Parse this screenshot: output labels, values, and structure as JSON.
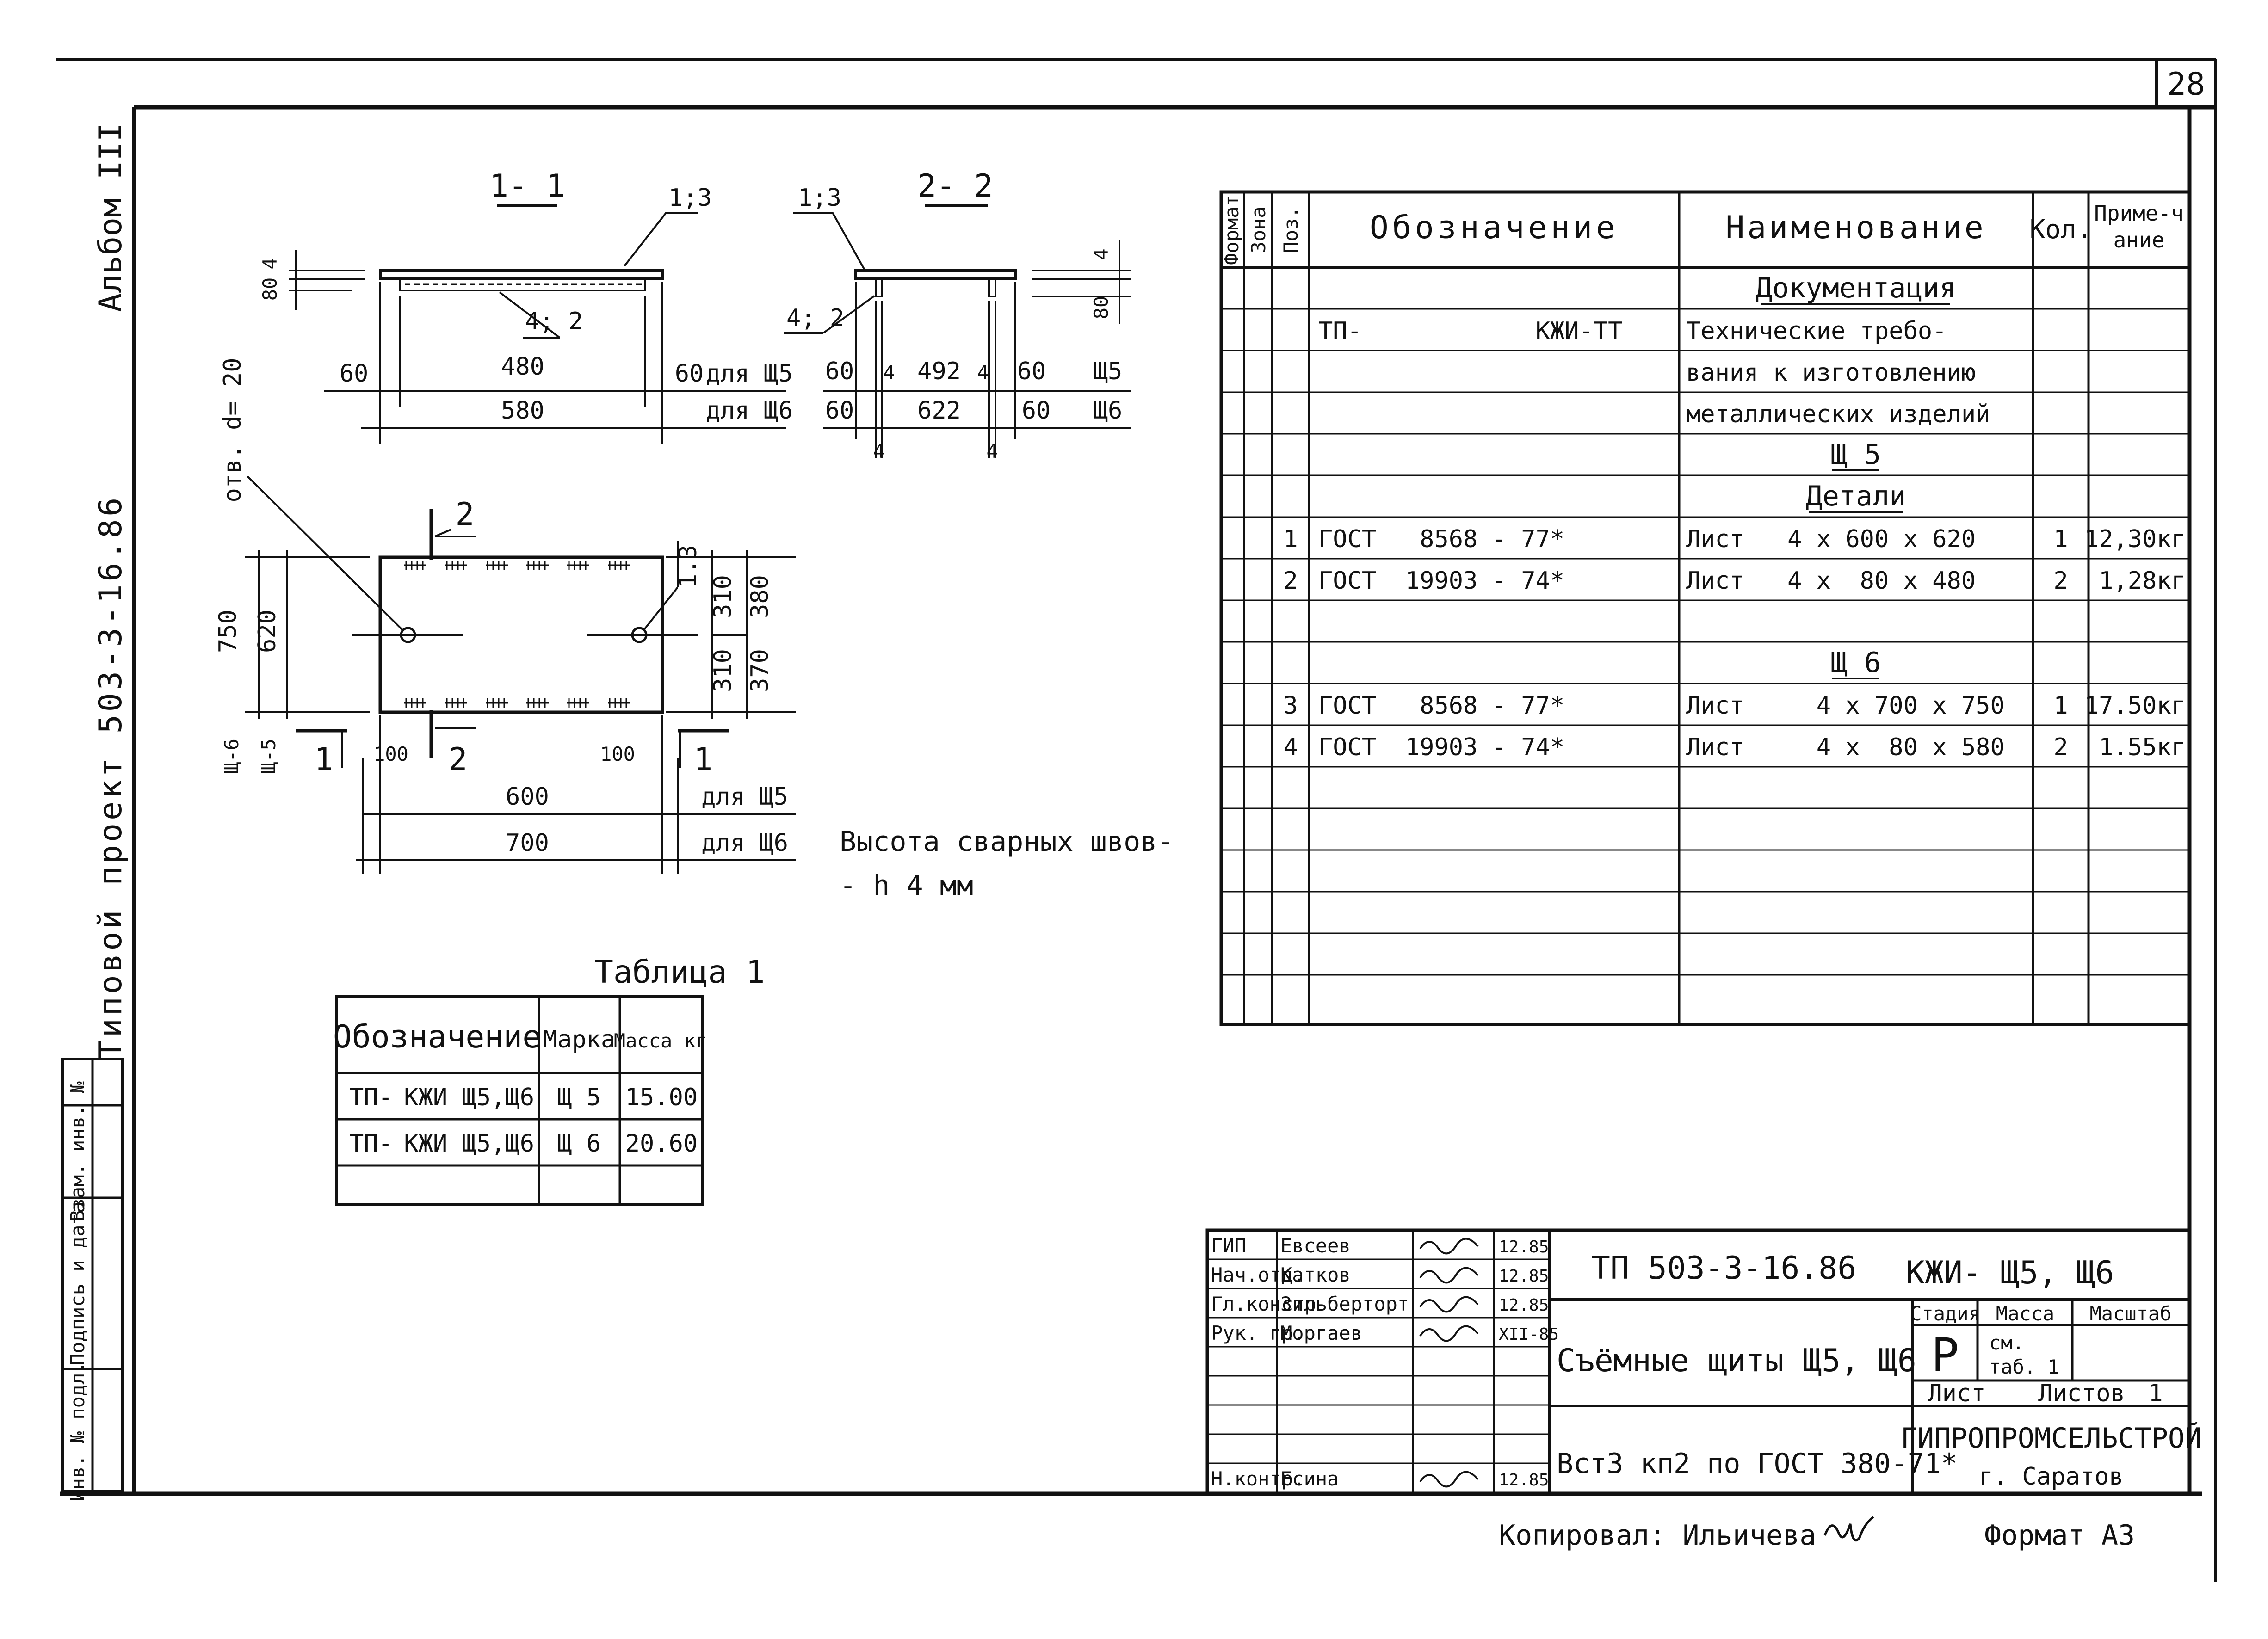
{
  "page_number": "28",
  "left_margin": {
    "album": "Альбом III",
    "project": "Типовой проект 503-3-16.86",
    "stamp_cells": [
      "Инв. № подл.",
      "Подпись и дата",
      "Взам. инв. №"
    ]
  },
  "section_1": {
    "title": "1- 1",
    "leader_1_3": "1;3",
    "leader_4_2": "4; 2",
    "dims": {
      "h4": "4",
      "h80": "80",
      "l60": "60",
      "w480": "480",
      "r60": "60",
      "for5": "для Щ5",
      "w580": "580",
      "for6": "для Щ6"
    }
  },
  "section_2": {
    "title": "2- 2",
    "leader_1_3": "1;3",
    "leader_4_2": "4; 2",
    "dims": {
      "h4": "4",
      "h80": "80",
      "l60a": "60",
      "l60b": "60",
      "s4a": "4",
      "w492": "492",
      "s4b": "4",
      "r60a": "60",
      "r60b": "60",
      "sh5": "Щ5",
      "w622": "622",
      "sh6": "Щ6",
      "b4a": "4",
      "b4b": "4"
    }
  },
  "plan": {
    "hole_note": "отв. d= 20",
    "leader_1_3": "1.3",
    "cut2_top": "2",
    "cut2_bottom": "2",
    "cut1_left": "1",
    "cut1_right": "1",
    "dims": {
      "h750": "750",
      "h620": "620",
      "r310a": "310",
      "r380": "380",
      "r310b": "310",
      "r370": "370",
      "sh6": "Щ-6",
      "sh5": "Щ-5",
      "b100": "100",
      "b100r": "100",
      "w600": "600",
      "for5": "для Щ5",
      "w700": "700",
      "for6": "для Щ6"
    }
  },
  "weld_note": [
    "Высота сварных швов-",
    "- h 4 мм"
  ],
  "table1": {
    "title": "Таблица 1",
    "headers": [
      "Обозначение",
      "Марка",
      "Масса кг"
    ],
    "rows": [
      {
        "code": "ТП-",
        "suffix": "КЖИ Щ5,Щ6",
        "mark": "Щ 5",
        "mass": "15.00"
      },
      {
        "code": "ТП-",
        "suffix": "КЖИ Щ5,Щ6",
        "mark": "Щ 6",
        "mass": "20.60"
      }
    ]
  },
  "spec": {
    "headers": {
      "format": "Формат",
      "zone": "Зона",
      "pos": "Поз.",
      "designation": "Обозначение",
      "name": "Наименование",
      "qty": "Кол.",
      "note": "Приме-чание"
    },
    "rows": [
      {
        "pos": "",
        "des": "",
        "name": "Документация",
        "qty": "",
        "note": "",
        "heading": true
      },
      {
        "pos": "",
        "des": "ТП-            КЖИ-ТТ",
        "name": "Технические требо-",
        "qty": "",
        "note": "",
        "heading": false
      },
      {
        "pos": "",
        "des": "",
        "name": "вания к изготовлению",
        "qty": "",
        "note": "",
        "heading": false
      },
      {
        "pos": "",
        "des": "",
        "name": "металлических изделий",
        "qty": "",
        "note": "",
        "heading": false
      },
      {
        "pos": "",
        "des": "",
        "name": "Щ 5",
        "qty": "",
        "note": "",
        "heading": true
      },
      {
        "pos": "",
        "des": "",
        "name": "Детали",
        "qty": "",
        "note": "",
        "heading": true
      },
      {
        "pos": "1",
        "des": "ГОСТ   8568 - 77*",
        "name": "Лист   4 х 600 х 620",
        "qty": "1",
        "note": "12,30кг",
        "heading": false
      },
      {
        "pos": "2",
        "des": "ГОСТ  19903 - 74*",
        "name": "Лист   4 х  80 х 480",
        "qty": "2",
        "note": "1,28кг",
        "heading": false
      },
      {
        "pos": "",
        "des": "",
        "name": "",
        "qty": "",
        "note": "",
        "heading": false
      },
      {
        "pos": "",
        "des": "",
        "name": "Щ 6",
        "qty": "",
        "note": "",
        "heading": true
      },
      {
        "pos": "3",
        "des": "ГОСТ   8568 - 77*",
        "name": "Лист     4 х 700 х 750",
        "qty": "1",
        "note": "17.50кг",
        "heading": false
      },
      {
        "pos": "4",
        "des": "ГОСТ  19903 - 74*",
        "name": "Лист     4 х  80 х 580",
        "qty": "2",
        "note": "1.55кг",
        "heading": false
      },
      {
        "pos": "",
        "des": "",
        "name": "",
        "qty": "",
        "note": "",
        "heading": false
      },
      {
        "pos": "",
        "des": "",
        "name": "",
        "qty": "",
        "note": "",
        "heading": false
      },
      {
        "pos": "",
        "des": "",
        "name": "",
        "qty": "",
        "note": "",
        "heading": false
      },
      {
        "pos": "",
        "des": "",
        "name": "",
        "qty": "",
        "note": "",
        "heading": false
      },
      {
        "pos": "",
        "des": "",
        "name": "",
        "qty": "",
        "note": "",
        "heading": false
      },
      {
        "pos": "",
        "des": "",
        "name": "",
        "qty": "",
        "note": "",
        "heading": false
      }
    ]
  },
  "title_block": {
    "signatures": [
      {
        "role": "ГИП",
        "name": "Евсеев",
        "date": "12.85"
      },
      {
        "role": "Нач.отд.",
        "name": "Катков",
        "date": "12.85"
      },
      {
        "role": "Гл.констр",
        "name": "Зильберторт",
        "date": "12.85"
      },
      {
        "role": "Рук. гр.",
        "name": "Моргаев",
        "date": "XII-85"
      },
      {
        "role": "",
        "name": "",
        "date": ""
      },
      {
        "role": "",
        "name": "",
        "date": ""
      },
      {
        "role": "",
        "name": "",
        "date": ""
      },
      {
        "role": "",
        "name": "",
        "date": ""
      },
      {
        "role": "Н.контр.",
        "name": "Есина",
        "date": "12.85"
      }
    ],
    "doc_code": "ТП 503-3-16.86",
    "doc_mark": "КЖИ- Щ5, Щ6",
    "title": "Съёмные щиты Щ5, Щ6",
    "material": "Вст3 кп2 по ГОСТ 380-71*",
    "stage_label": "Стадия",
    "mass_label": "Масса",
    "scale_label": "Масштаб",
    "stage": "Р",
    "mass_value": [
      "см.",
      "таб. 1"
    ],
    "sheet_label": "Лист",
    "sheets_label": "Листов",
    "sheets_value": "1",
    "org": "ГИПРОПРОМСЕЛЬСТРОЙ",
    "city": "г. Саратов"
  },
  "footer": {
    "copied": "Копировал: Ильичева",
    "format": "Формат А3"
  }
}
